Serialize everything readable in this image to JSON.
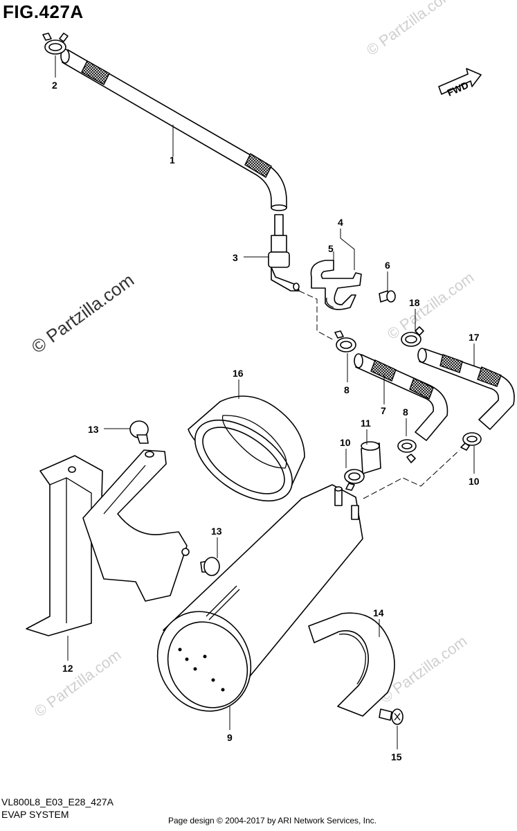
{
  "figure": {
    "title": "FIG.427A",
    "code": "VL800L8_E03_E28_427A",
    "name": "EVAP SYSTEM",
    "copyright": "Page design © 2004-2017 by ARI Network Services, Inc."
  },
  "watermark": {
    "main": "© Partzilla.com",
    "repeat": "© Partzilla.com"
  },
  "direction_indicator": "FWD",
  "callouts": [
    "1",
    "2",
    "3",
    "4",
    "5",
    "6",
    "7",
    "8",
    "8",
    "9",
    "10",
    "10",
    "11",
    "12",
    "13",
    "13",
    "14",
    "15",
    "16",
    "17",
    "18"
  ]
}
